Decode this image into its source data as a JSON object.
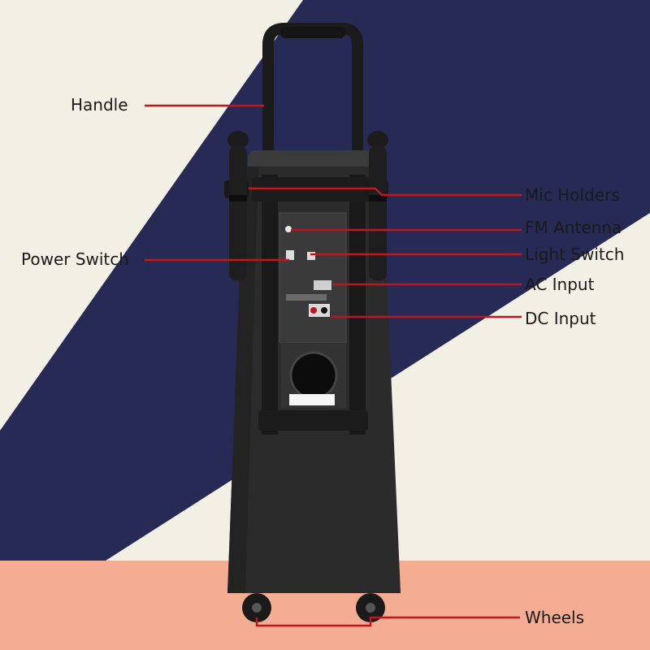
{
  "colors": {
    "background": "#f2efe4",
    "diagonal_band": "#262a55",
    "floor": "#f4ad92",
    "speaker_body": "#2b2b2b",
    "panel": "#3a3a3a",
    "callout_line": "#c0161e",
    "label_text": "#1a1a1a"
  },
  "labels": {
    "handle": "Handle",
    "power_switch": "Power Switch",
    "mic_holders": "Mic Holders",
    "fm_antenna": "FM Antenna",
    "light_switch": "Light Switch",
    "ac_input": "AC Input",
    "dc_input": "DC Input",
    "wheels": "Wheels"
  },
  "icons": {
    "speaker": "trolley-speaker-icon",
    "microphone": "microphone-icon",
    "wheel": "wheel-icon"
  }
}
